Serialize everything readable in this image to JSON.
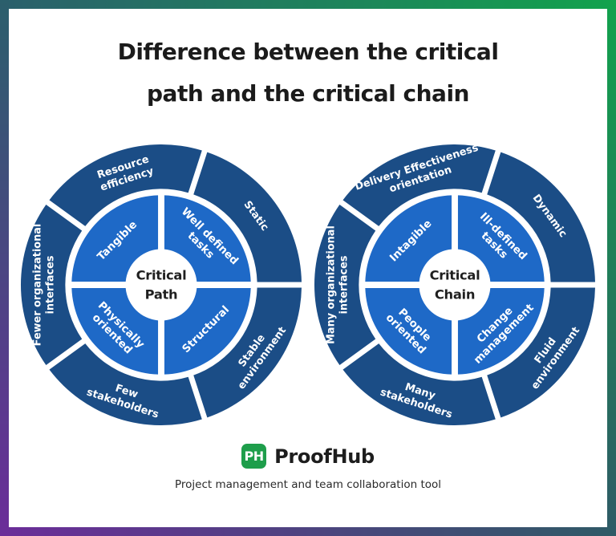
{
  "title": {
    "line1": "Difference between the critical",
    "line2": "path and the critical chain"
  },
  "wheels": [
    {
      "id": "critical-path",
      "center_lines": [
        "Critical",
        "Path"
      ],
      "inner_segments": [
        {
          "position": "top-left",
          "lines": [
            "Tangible"
          ]
        },
        {
          "position": "top-right",
          "lines": [
            "Well defined",
            "tasks"
          ]
        },
        {
          "position": "bottom-right",
          "lines": [
            "Structural"
          ]
        },
        {
          "position": "bottom-left",
          "lines": [
            "Physically",
            "oriented"
          ]
        }
      ],
      "outer_segments": [
        {
          "position": "top",
          "lines": [
            "Resource",
            "efficiency"
          ]
        },
        {
          "position": "upper-right",
          "lines": [
            "Static"
          ]
        },
        {
          "position": "lower-right",
          "lines": [
            "Stable",
            "environment"
          ]
        },
        {
          "position": "bottom",
          "lines": [
            "Few",
            "stakeholders"
          ]
        },
        {
          "position": "left",
          "lines": [
            "Fewer organizational",
            "interfaces"
          ]
        }
      ]
    },
    {
      "id": "critical-chain",
      "center_lines": [
        "Critical",
        "Chain"
      ],
      "inner_segments": [
        {
          "position": "top-left",
          "lines": [
            "Intagible"
          ]
        },
        {
          "position": "top-right",
          "lines": [
            "Ill-defined",
            "tasks"
          ]
        },
        {
          "position": "bottom-right",
          "lines": [
            "Change",
            "management"
          ]
        },
        {
          "position": "bottom-left",
          "lines": [
            "People",
            "oriented"
          ]
        }
      ],
      "outer_segments": [
        {
          "position": "top",
          "lines": [
            "Delivery Effectiveness",
            "orientation"
          ]
        },
        {
          "position": "upper-right",
          "lines": [
            "Dynamic"
          ]
        },
        {
          "position": "lower-right",
          "lines": [
            "Fluid",
            "environment"
          ]
        },
        {
          "position": "bottom",
          "lines": [
            "Many",
            "stakeholders"
          ]
        },
        {
          "position": "left",
          "lines": [
            "Many organizational",
            "interfaces"
          ]
        }
      ]
    }
  ],
  "colors": {
    "outer_ring": "#1B4D86",
    "inner_ring": "#1E69C7",
    "ring_label": "#FFFFFF",
    "center_label": "#1F1F1F",
    "title_text": "#1B1B1B",
    "logo_green": "#1E9E4B",
    "frame_top_left": "#2B5F6C",
    "frame_top_right": "#12A24D",
    "frame_bottom_left": "#6B2D99",
    "frame_bottom_right": "#2F5A66"
  },
  "footer": {
    "logo_initials": "PH",
    "brand": "ProofHub",
    "tagline": "Project management and team collaboration tool"
  }
}
